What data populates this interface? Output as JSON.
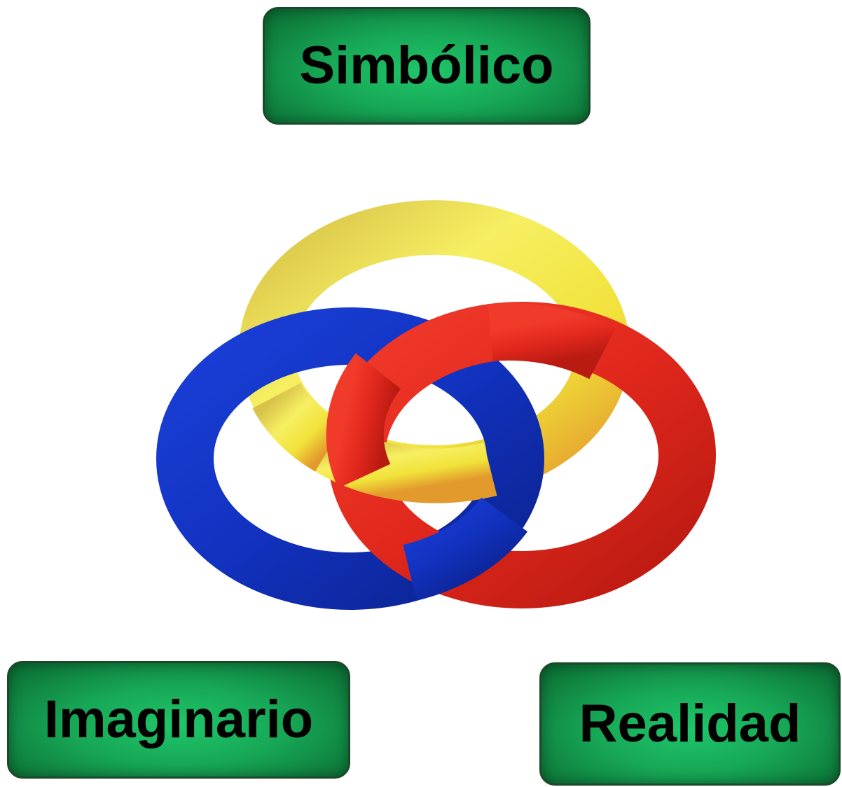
{
  "labels": {
    "symbolic": "Simbólico",
    "imaginary": "Imaginario",
    "real": "Realidad"
  },
  "colors": {
    "label_fill": "#17a756",
    "label_border": "#1a4a2a",
    "ring_yellow": "#f2e640",
    "ring_blue": "#1334c4",
    "ring_red": "#e2281e",
    "background": "#ffffff"
  },
  "rings": [
    {
      "color_name": "yellow"
    },
    {
      "color_name": "blue"
    },
    {
      "color_name": "red"
    }
  ]
}
